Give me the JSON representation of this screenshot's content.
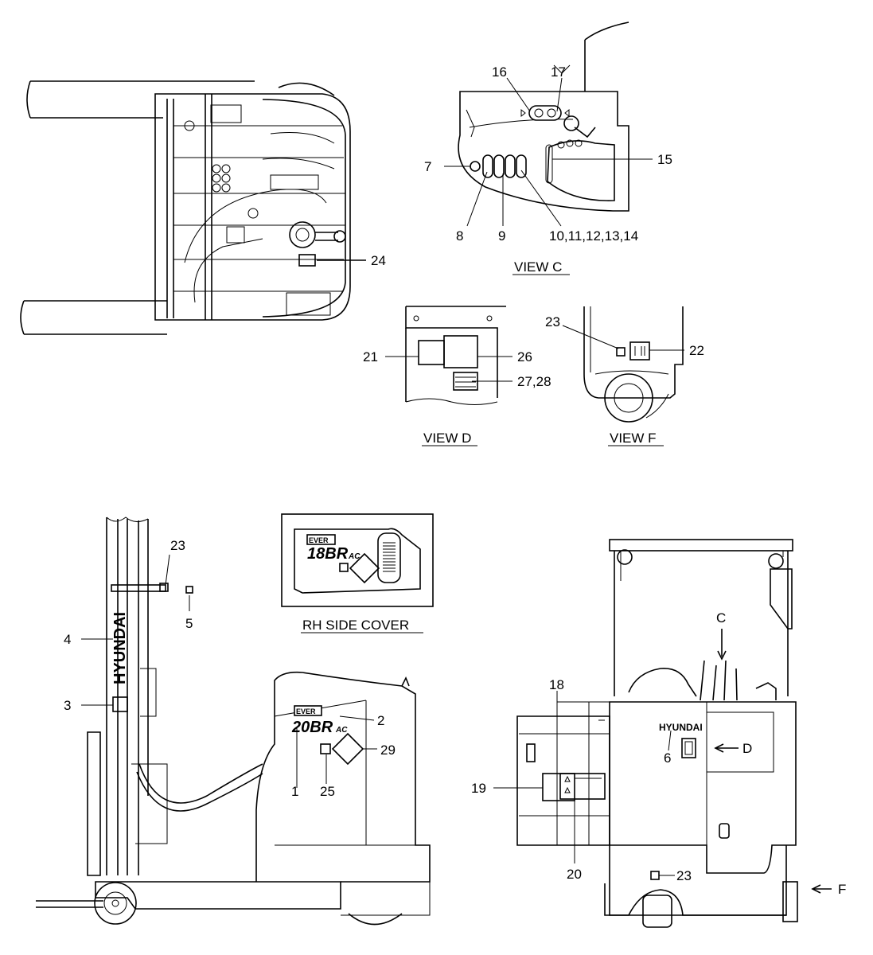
{
  "views": {
    "c": "VIEW C",
    "d": "VIEW D",
    "f": "VIEW F",
    "rh": "RH SIDE COVER"
  },
  "callouts": {
    "n1": "1",
    "n2": "2",
    "n3": "3",
    "n4": "4",
    "n5": "5",
    "n6": "6",
    "n7": "7",
    "n8": "8",
    "n9": "9",
    "n10_14": "10,11,12,13,14",
    "n15": "15",
    "n16": "16",
    "n17": "17",
    "n18": "18",
    "n19": "19",
    "n20": "20",
    "n21": "21",
    "n22": "22",
    "n23a": "23",
    "n23b": "23",
    "n23c": "23",
    "n24": "24",
    "n25": "25",
    "n26": "26",
    "n27_28": "27,28",
    "n29": "29"
  },
  "arrows": {
    "c": "C",
    "d": "D",
    "f": "F"
  },
  "branding": {
    "mast": "HYUNDAI",
    "rear": "HYUNDAI",
    "model_main": "20BR",
    "model_rh": "18BR",
    "suffix": "AC",
    "badge": "EVER"
  }
}
